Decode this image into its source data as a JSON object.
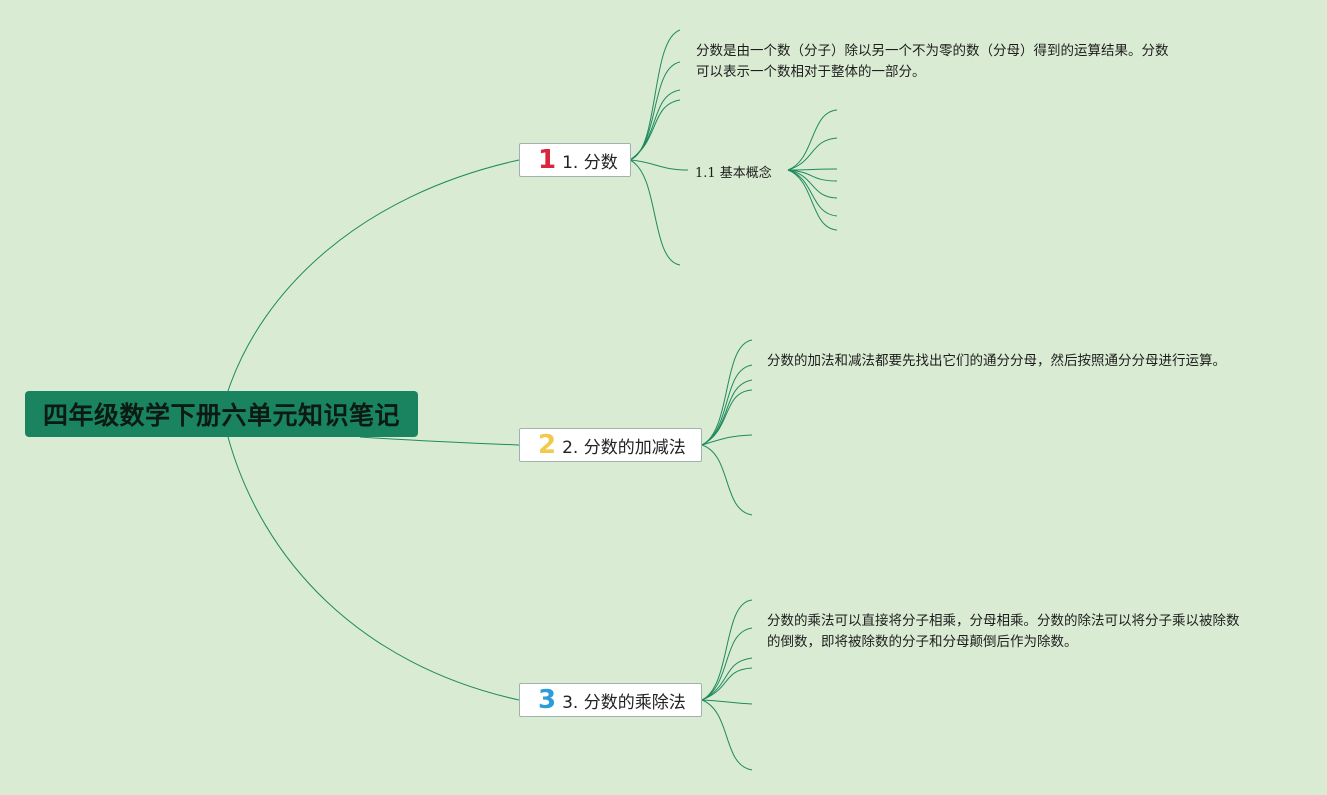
{
  "root": {
    "title": "四年级数学下册六单元知识笔记"
  },
  "topics": [
    {
      "badge": "1",
      "label": "1. 分数",
      "note_lines": [
        "分数是由一个数（分子）除以另一个不为零的数（分母）得到的运算结果。分数",
        "可以表示一个数相对于整体的一部分。"
      ],
      "subtopic": "1.1 基本概念"
    },
    {
      "badge": "2",
      "label": "2. 分数的加减法",
      "note_lines": [
        "分数的加法和减法都要先找出它们的通分分母，然后按照通分分母进行运算。"
      ]
    },
    {
      "badge": "3",
      "label": "3. 分数的乘除法",
      "note_lines": [
        "分数的乘法可以直接将分子相乘，分母相乘。分数的除法可以将分子乘以被除数",
        "的倒数，即将被除数的分子和分母颠倒后作为除数。"
      ]
    }
  ],
  "colors": {
    "background": "#daebd3",
    "root_fill": "#1a8360",
    "connector": "#1f8a5e",
    "badge_1": "#d7263d",
    "badge_2": "#f2c94c",
    "badge_3": "#2d9cdb"
  }
}
